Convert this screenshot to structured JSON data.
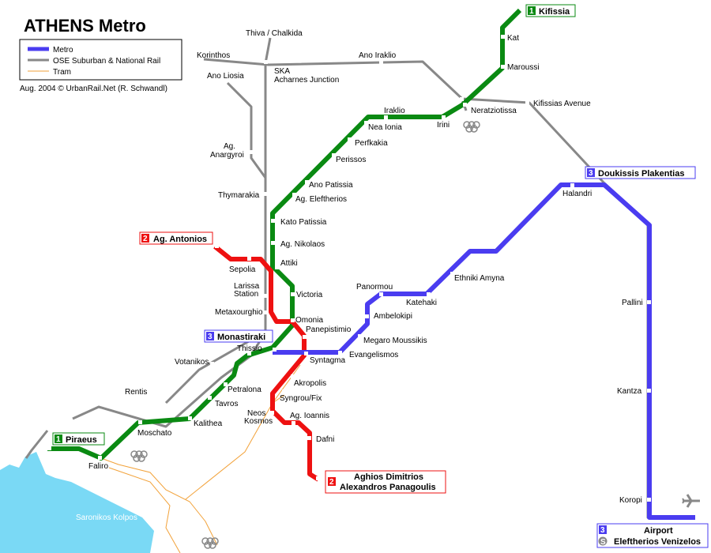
{
  "title": "ATHENS Metro",
  "credit": "Aug. 2004 © UrbanRail.Net (R. Schwandl)",
  "legend": [
    {
      "label": "Metro",
      "color": "#4a3cf0"
    },
    {
      "label": "OSE Suburban & National Rail",
      "color": "#888888"
    },
    {
      "label": "Tram",
      "color": "#f2a23a"
    }
  ],
  "colors": {
    "line1": "#0a8a12",
    "line2": "#ee1111",
    "line3": "#4a3cf0",
    "rail": "#888888",
    "tram": "#f2a23a",
    "sea": "#7ad9f5"
  },
  "sea_label": "Saronikos Kolpos",
  "terminals": {
    "kifissia": {
      "line": "1",
      "name": "Kifissia"
    },
    "piraeus": {
      "line": "1",
      "name": "Piraeus"
    },
    "ag_antonios": {
      "line": "2",
      "name": "Ag. Antonios"
    },
    "ag_dimitrios": {
      "line": "2",
      "name1": "Aghios Dimitrios",
      "name2": "Alexandros Panagoulis"
    },
    "monastiraki": {
      "line": "3",
      "name": "Monastiraki"
    },
    "doukissis": {
      "line": "3",
      "name": "Doukissis Plakentias"
    },
    "airport": {
      "line": "3",
      "badge2": "S",
      "name1": "Airport",
      "name2": "Eleftherios Venizelos"
    }
  },
  "stations": {
    "kat": "Kat",
    "maroussi": "Maroussi",
    "neratziotissa": "Neratziotissa",
    "irini": "Irini",
    "iraklio": "Iraklio",
    "nea_ionia": "Nea Ionia",
    "perfkakia": "Perfkakia",
    "perissos": "Perissos",
    "ano_patissia": "Ano Patissia",
    "ag_eleftherios": "Ag. Eleftherios",
    "kato_patissia": "Kato Patissia",
    "ag_nikolaos": "Ag. Nikolaos",
    "attiki": "Attiki",
    "victoria": "Victoria",
    "omonia": "Omonia",
    "thissio": "Thissio",
    "petralona": "Petralona",
    "tavros": "Tavros",
    "kalithea": "Kalithea",
    "moschato": "Moschato",
    "faliro": "Faliro",
    "sepolia": "Sepolia",
    "larissa1": "Larissa",
    "larissa2": "Station",
    "metaxourghio": "Metaxourghio",
    "panepistimio": "Panepistimio",
    "syntagma": "Syntagma",
    "akropolis": "Akropolis",
    "syngrou_fix": "Syngrou/Fix",
    "neos1": "Neos",
    "neos2": "Kosmos",
    "ag_ioannis": "Ag. Ioannis",
    "dafni": "Dafni",
    "evangelismos": "Evangelismos",
    "megaro": "Megaro Moussikis",
    "ambelokipi": "Ambelokipi",
    "panormou": "Panormou",
    "katehaki": "Katehaki",
    "ethniki": "Ethniki Amyna",
    "halandri": "Halandri",
    "pallini": "Pallini",
    "kantza": "Kantza",
    "koropi": "Koropi",
    "thiva": "Thiva / Chalkida",
    "korinthos": "Korinthos",
    "ano_iraklio": "Ano Iraklio",
    "ska1": "SKA",
    "ska2": "Acharnes Junction",
    "ano_liosia": "Ano Liosia",
    "anargyroi1": "Ag.",
    "anargyroi2": "Anargyroi",
    "thymarakia": "Thymarakia",
    "kifissias_avenue": "Kifissias Avenue",
    "votanikos": "Votanikos",
    "rentis": "Rentis"
  },
  "olympic_sites_icon": "olympic-rings-icon",
  "airport_icon": "airplane-icon"
}
